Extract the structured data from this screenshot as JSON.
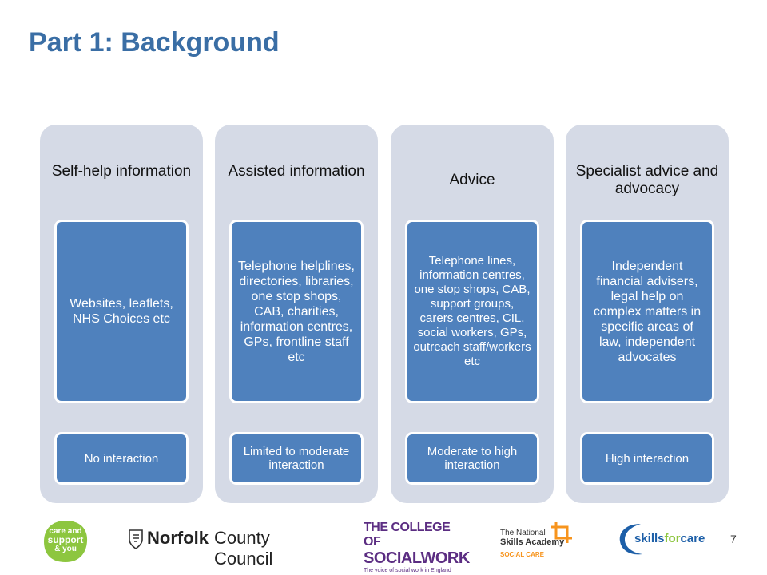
{
  "title": "Part 1: Background",
  "columns": [
    {
      "heading": "Self-help information",
      "detail": "Websites, leaflets, NHS Choices etc",
      "interaction": "No interaction"
    },
    {
      "heading": "Assisted information",
      "detail": "Telephone helplines, directories, libraries, one stop shops, CAB, charities, information centres, GPs, frontline staff etc",
      "interaction": "Limited to moderate interaction"
    },
    {
      "heading": "Advice",
      "detail": "Telephone lines, information centres, one stop shops, CAB, support groups, carers centres, CIL, social workers, GPs, outreach staff/workers etc",
      "interaction": "Moderate to high interaction"
    },
    {
      "heading": "Specialist advice and advocacy",
      "detail": "Independent financial advisers, legal help on complex matters in specific areas of law, independent advocates",
      "interaction": "High interaction"
    }
  ],
  "logos": {
    "care_support_you": [
      "care and",
      "support",
      "& you"
    ],
    "norfolk_bold": "Norfolk",
    "norfolk_rest": "County Council",
    "college_line1": "THE COLLEGE OF",
    "college_line2": "SOCIALWORK",
    "college_tagline": "The voice of social work in England",
    "nsa_line1": "The National",
    "nsa_line2": "Skills Academy",
    "nsa_line3": "SOCIAL CARE",
    "skills_part1": "skills",
    "skills_part2": "for",
    "skills_part3": "care"
  },
  "page_number": "7",
  "colors": {
    "title": "#3a6ea5",
    "column_bg": "#d5dae6",
    "box_blue": "#4f81bd",
    "green_logo": "#8dc63f",
    "college_purple": "#5b2d82",
    "nsa_orange": "#f7941d",
    "skills_blue": "#1d5fa8"
  }
}
